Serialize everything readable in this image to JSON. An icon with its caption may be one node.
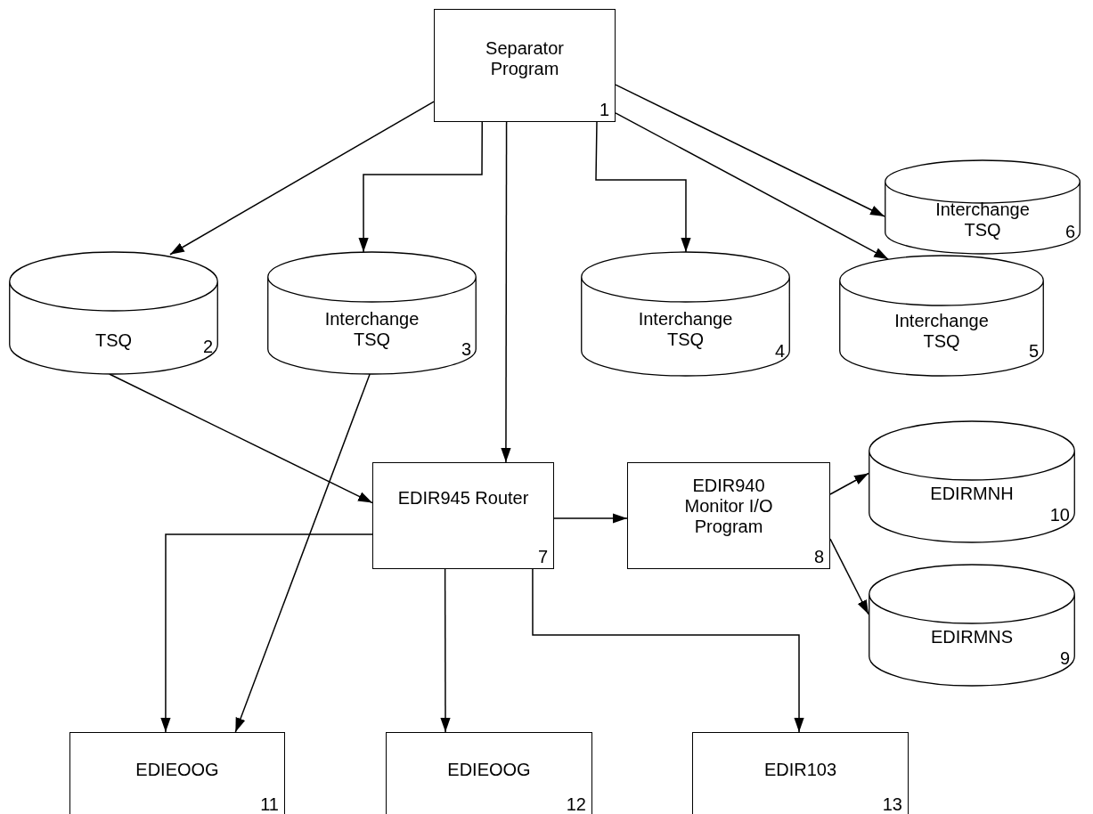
{
  "diagram": {
    "nodes": [
      {
        "text": [
          "Separator Program",
          "1"
        ]
      },
      {
        "text": [
          "TSQ",
          "2"
        ]
      },
      {
        "text": [
          "Interchange TSQ",
          "3"
        ]
      },
      {
        "text": [
          "Interchange TSQ",
          "4"
        ]
      },
      {
        "text": [
          "Interchange TSQ",
          "5"
        ]
      },
      {
        "text": [
          "Interchange TSQ",
          "6"
        ]
      },
      {
        "text": [
          "EDIR945 Router",
          "7"
        ]
      },
      {
        "text": [
          "EDIR940 Monitor I/O Program",
          "8"
        ]
      },
      {
        "text": [
          "EDIRMNS",
          "9"
        ]
      },
      {
        "text": [
          "EDIRMNH",
          "10"
        ]
      },
      {
        "text": [
          "EDIEOOG",
          "11"
        ]
      },
      {
        "text": [
          "EDIEOOG",
          "12"
        ]
      },
      {
        "text": [
          "EDIR103",
          "13"
        ]
      }
    ],
    "edges": [
      {
        "from": 0,
        "to": 1,
        "arrow": "to"
      },
      {
        "from": 0,
        "to": 2,
        "arrow": "to"
      },
      {
        "from": 0,
        "to": 6,
        "arrow": "to"
      },
      {
        "from": 0,
        "to": 3,
        "arrow": "to"
      },
      {
        "from": 0,
        "to": 4,
        "arrow": "to"
      },
      {
        "from": 0,
        "to": 5,
        "arrow": "to"
      },
      {
        "from": 1,
        "to": 6,
        "arrow": "to"
      },
      {
        "from": 2,
        "to": 10,
        "arrow": "to"
      },
      {
        "from": 6,
        "to": 7,
        "arrow": "to"
      },
      {
        "from": 6,
        "to": 10,
        "arrow": "to"
      },
      {
        "from": 6,
        "to": 11,
        "arrow": "to"
      },
      {
        "from": 6,
        "to": 12,
        "arrow": "to"
      },
      {
        "from": 7,
        "to": 9,
        "arrow": "to"
      },
      {
        "from": 7,
        "to": 8,
        "arrow": "to"
      }
    ]
  }
}
